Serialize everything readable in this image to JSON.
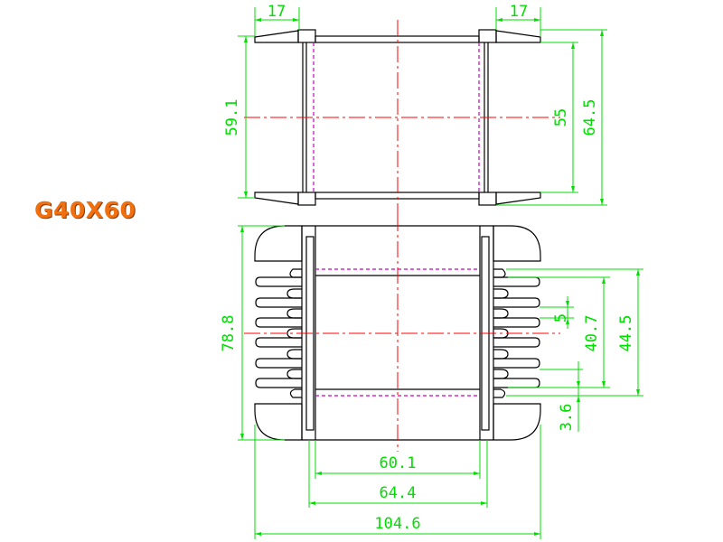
{
  "title": "G40X60",
  "colors": {
    "outline": "#000000",
    "dimension": "#00dd00",
    "centerline": "#ff0000",
    "hidden": "#cc00cc",
    "title": "#f07010"
  },
  "top_view": {
    "flange_width_left": "17",
    "flange_width_right": "17",
    "inner_height": "59.1",
    "window_height": "55",
    "overall_height": "64.5"
  },
  "front_view": {
    "overall_height": "78.8",
    "pin_pitch": "5",
    "inner_span": "40.7",
    "outer_span": "44.5",
    "pin_offset": "3.6",
    "core_width": "60.1",
    "flange_span": "64.4",
    "overall_width": "104.6"
  }
}
